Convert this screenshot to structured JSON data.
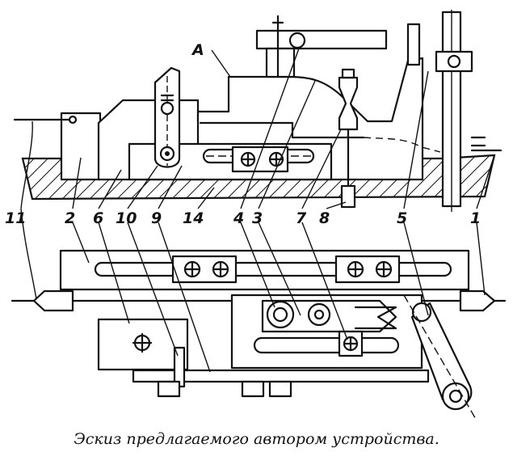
{
  "caption": "Эскиз предлагаемого автором устройства.",
  "labels": {
    "A": "A",
    "n11": "11",
    "n2": "2",
    "n6": "6",
    "n10": "10",
    "n9": "9",
    "n14": "14",
    "n4": "4",
    "n3": "3",
    "n7": "7",
    "n8": "8",
    "n5": "5",
    "n1": "1"
  }
}
